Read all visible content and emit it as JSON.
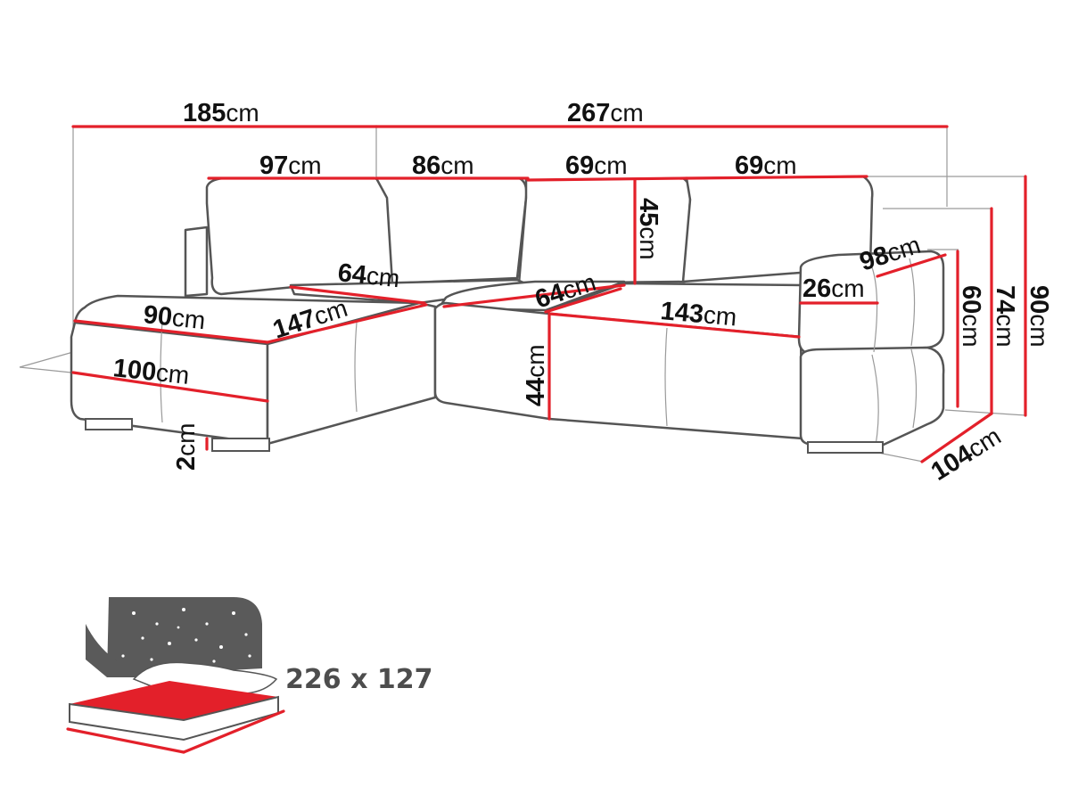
{
  "dimensions": {
    "total_width_left": "185",
    "total_width_right": "267",
    "back_section_1": "97",
    "back_section_2": "86",
    "back_section_3": "69",
    "back_section_4": "69",
    "backrest_height": "45",
    "seat_depth_left": "64",
    "seat_depth_mid": "64",
    "armrest_width": "26",
    "armrest_depth": "98",
    "chaise_width": "90",
    "chaise_seat_length": "147",
    "chaise_length": "100",
    "seat_height": "44",
    "seat_length_right": "143",
    "leg_height": "2",
    "arm_height": "60",
    "height_mid": "74",
    "total_height": "90",
    "total_depth": "104",
    "unit": "cm"
  },
  "bed": {
    "size_label": "226 x 127"
  }
}
